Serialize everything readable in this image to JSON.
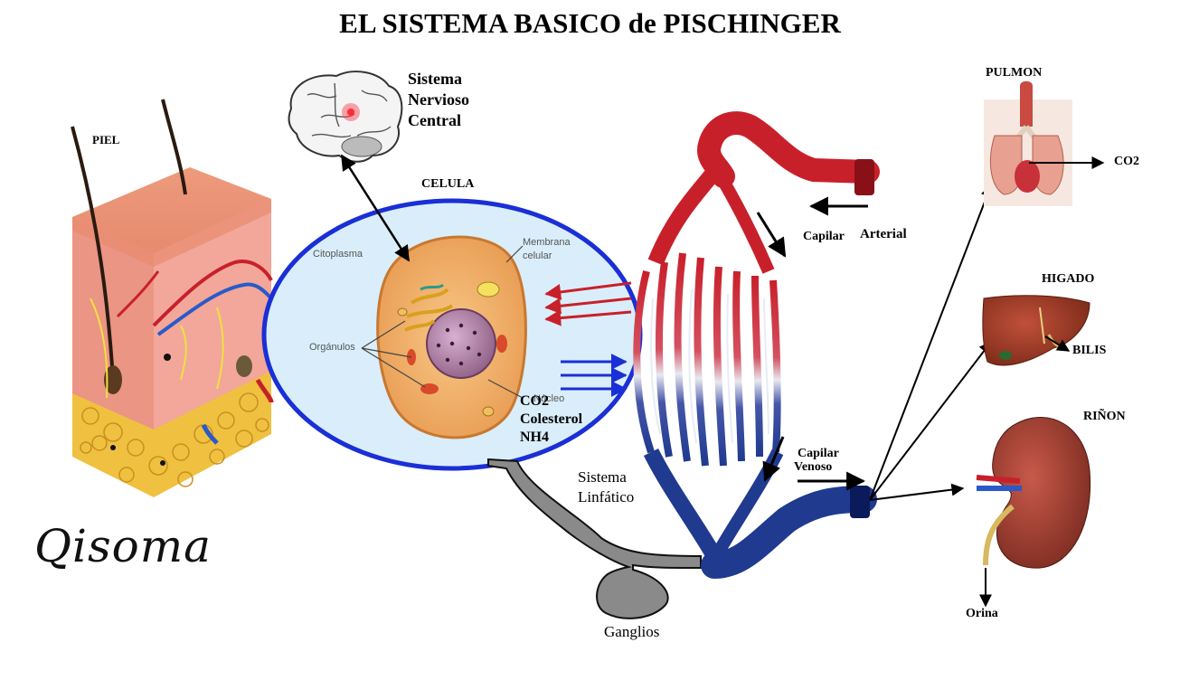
{
  "title": "EL  SISTEMA  BASICO de PISCHINGER",
  "labels": {
    "piel": "PIEL",
    "snc_1": "Sistema",
    "snc_2": "Nervioso",
    "snc_3": "Central",
    "celula": "CELULA",
    "citoplasma": "Citoplasma",
    "membrana_1": "Membrana",
    "membrana_2": "celular",
    "organulos": "Orgánulos",
    "nucleo": "Núcleo",
    "waste_1": "CO2",
    "waste_2": "Colesterol",
    "waste_3": "NH4",
    "capilar_arterial_1": "Capilar",
    "capilar_arterial_2": "Arterial",
    "capilar_venoso_1": "Capilar",
    "capilar_venoso_2": "Venoso",
    "linfatico_1": "Sistema",
    "linfatico_2": "Linfático",
    "ganglios": "Ganglios",
    "pulmon": "PULMON",
    "co2": "CO2",
    "higado": "HIGADO",
    "bilis": "BILIS",
    "rinon": "RIÑON",
    "orina": "Orina"
  },
  "logo": "Qisoma",
  "colors": {
    "arterial": "#c8202a",
    "venous": "#1f3a8f",
    "cell_border": "#1a2fd6",
    "cell_fill": "#d9eefa",
    "lymph": "#8a8a8a"
  }
}
